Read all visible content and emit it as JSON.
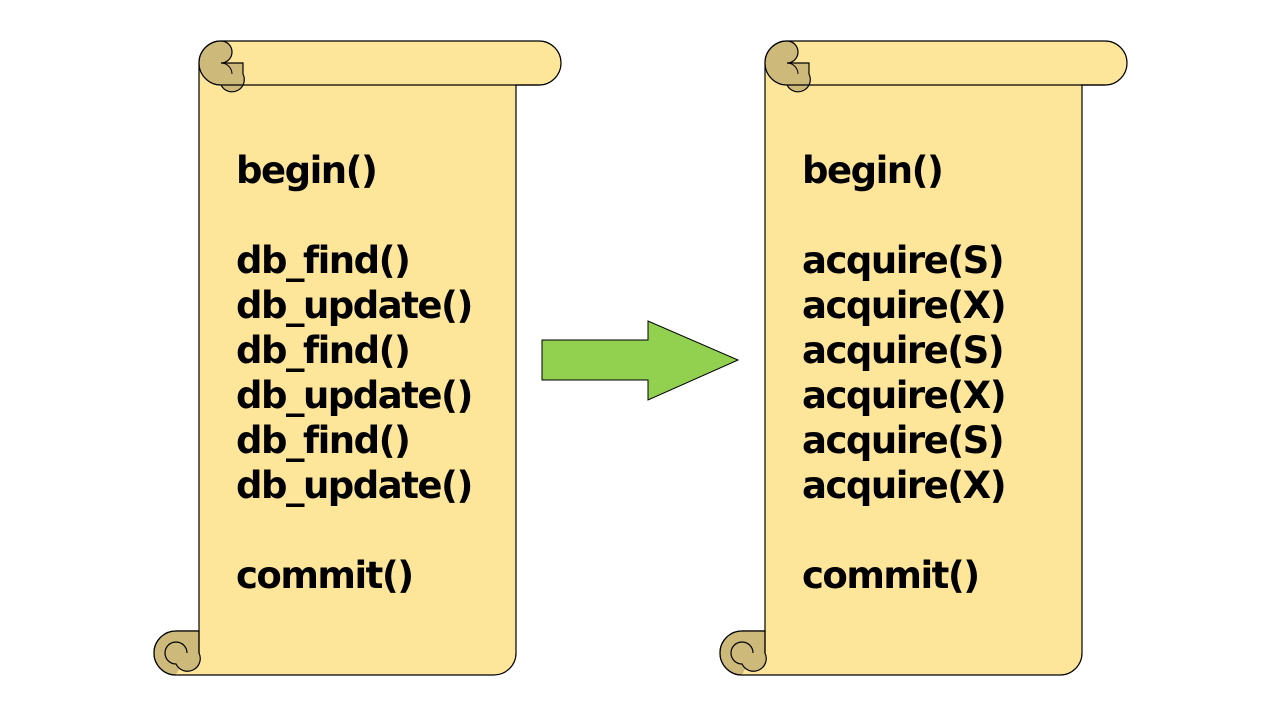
{
  "diagram": {
    "colors": {
      "paper": "#fde59a",
      "curl": "#cdb97a",
      "outline": "#000000",
      "arrow": "#92d050",
      "text": "#000000"
    },
    "left_scroll": {
      "header": "begin()",
      "ops": [
        "db_find()",
        "db_update()",
        "db_find()",
        "db_update()",
        "db_find()",
        "db_update()"
      ],
      "footer": "commit()"
    },
    "arrow": {
      "icon": "right-arrow-icon"
    },
    "right_scroll": {
      "header": "begin()",
      "ops": [
        "acquire(S)",
        "acquire(X)",
        "acquire(S)",
        "acquire(X)",
        "acquire(S)",
        "acquire(X)"
      ],
      "footer": "commit()"
    }
  }
}
